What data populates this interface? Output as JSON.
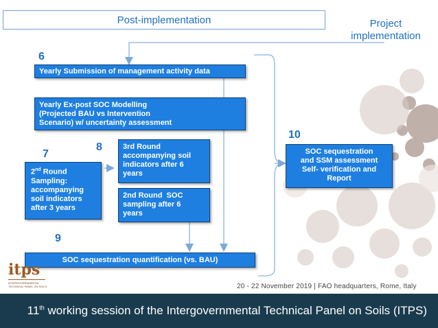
{
  "header": {
    "post_implementation": "Post-implementation"
  },
  "project_implementation": {
    "line1": "Project",
    "line2": "implementation"
  },
  "steps": {
    "n6": "6",
    "n7": "7",
    "n8": "8",
    "n9": "9",
    "n10": "10"
  },
  "boxes": {
    "yearly_submission": "Yearly Submission of management activity data",
    "soc_modelling": [
      "Yearly Ex-post SOC Modelling",
      "(Projected BAU vs Intervention",
      "Scenario) w/ uncertainty assessment"
    ],
    "second_round_sampling": {
      "prefix": "2",
      "sup": "nd",
      "rest1": " Round",
      "lines": [
        "Sampling:",
        "accompanying",
        "soil indicators",
        "after 3 years"
      ]
    },
    "third_round": [
      "3rd Round",
      "accompanying soil",
      "indicators after 6",
      "years"
    ],
    "second_round_soc": [
      "2nd Round  SOC",
      "sampling after 6",
      "years"
    ],
    "quantification": "SOC sequestration quantification (vs. BAU)",
    "soc_ssm": [
      "SOC sequestration",
      "and SSM assessment",
      "Self- verification and",
      "Report"
    ]
  },
  "footer": {
    "date_location": "20 - 22 November 2019 | FAO headquarters, Rome, Italy",
    "session_num": "11",
    "session_sup": "th",
    "session_rest": " working session of the Intergovernmental Technical Panel on Soils (ITPS)"
  },
  "logo": {
    "name": "itps",
    "sub": "INTERGOVERNMENTAL TECHNICAL PANEL ON SOILS"
  },
  "colors": {
    "accent": "#1e7fe0",
    "title": "#1f6fc0",
    "footer": "#1a3b4e",
    "logo": "#9b5a23"
  }
}
